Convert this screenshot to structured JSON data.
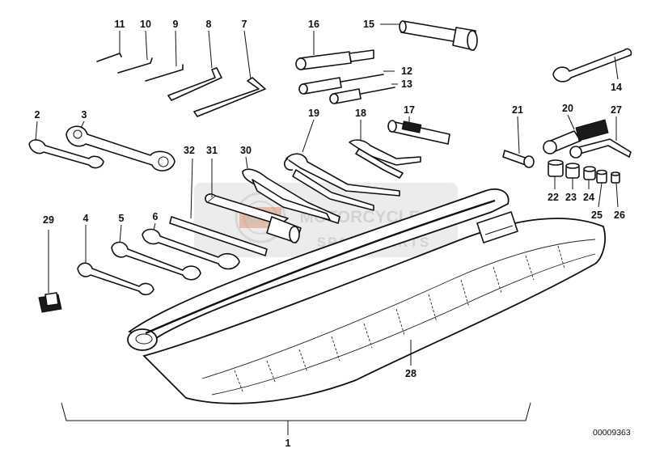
{
  "diagram": {
    "callouts": [
      "1",
      "2",
      "3",
      "4",
      "5",
      "6",
      "7",
      "8",
      "9",
      "10",
      "11",
      "12",
      "13",
      "14",
      "15",
      "16",
      "17",
      "18",
      "19",
      "20",
      "21",
      "22",
      "23",
      "24",
      "25",
      "26",
      "27",
      "28",
      "29",
      "30",
      "31",
      "32"
    ],
    "image_code": "00009363"
  },
  "watermark": {
    "line1": "MOTORCYCLE",
    "line2": "SPARE PARTS",
    "badge": "MSP"
  }
}
